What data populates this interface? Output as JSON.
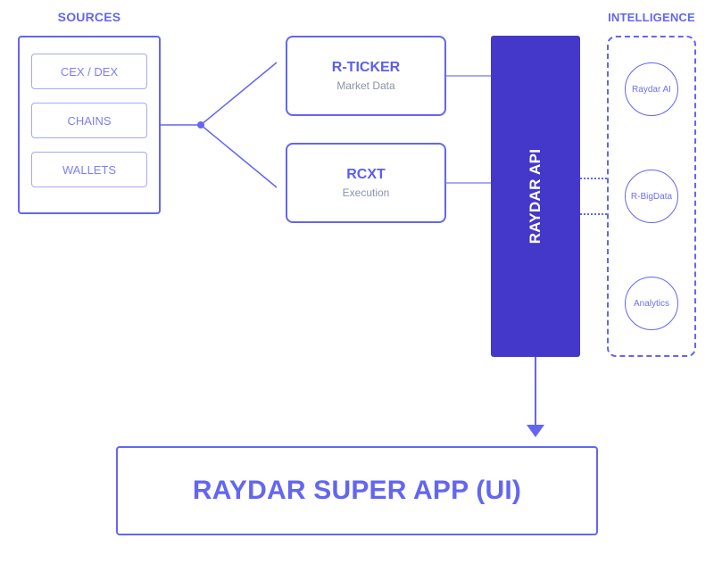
{
  "colors": {
    "accent": "#6366f1",
    "api_fill": "#4338ca",
    "light_accent": "#a5a8f7",
    "subtext": "#8b93a7"
  },
  "sources": {
    "title": "SOURCES",
    "items": [
      {
        "label": "CEX / DEX"
      },
      {
        "label": "CHAINS"
      },
      {
        "label": "WALLETS"
      }
    ]
  },
  "services": [
    {
      "title": "R-TICKER",
      "subtitle": "Market Data"
    },
    {
      "title": "RCXT",
      "subtitle": "Execution"
    }
  ],
  "api": {
    "label": "RAYDAR API"
  },
  "intelligence": {
    "title": "INTELLIGENCE",
    "nodes": [
      {
        "label": "Raydar AI"
      },
      {
        "label": "R-BigData"
      },
      {
        "label": "Analytics"
      }
    ]
  },
  "app": {
    "label": "RAYDAR SUPER APP (UI)"
  }
}
